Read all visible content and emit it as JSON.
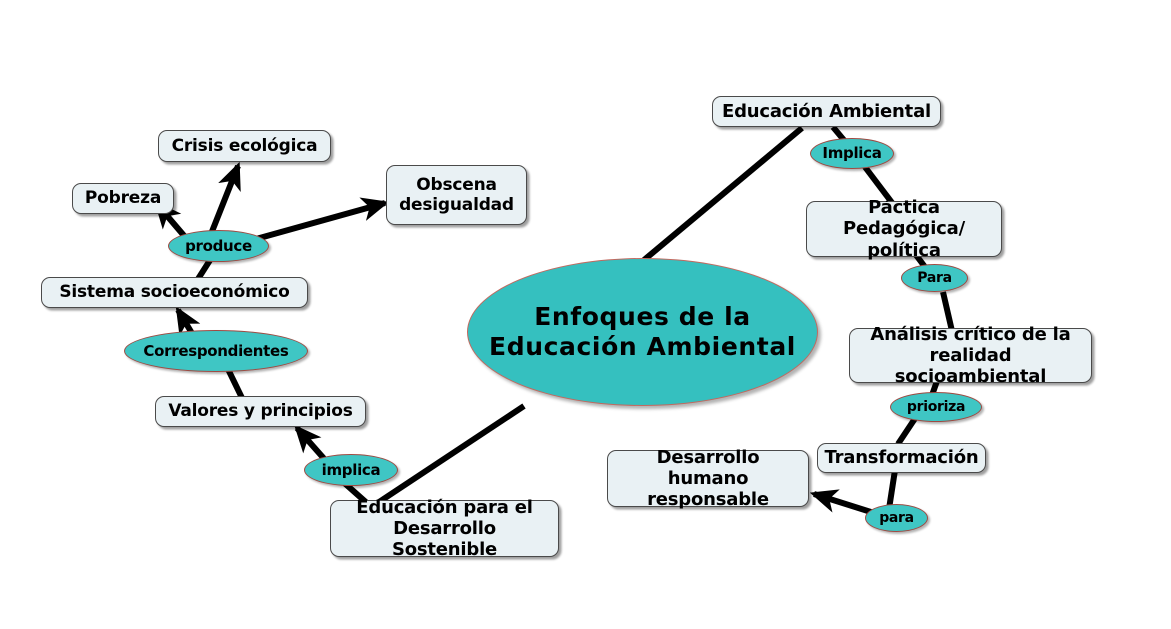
{
  "diagram": {
    "title": "Enfoques de la Educación Ambiental",
    "colors": {
      "ellipse_fill": "#3fc6c4",
      "ellipse_border": "#9e4a42",
      "box_fill": "#e9f1f4",
      "box_border": "#4a4a4a",
      "edge": "#000000",
      "background": "#ffffff"
    },
    "central_node": {
      "label_line1": "Enfoques de la",
      "label_line2": "Educación Ambiental"
    },
    "concepts": {
      "crisis_ecologica": "Crisis ecológica",
      "pobreza": "Pobreza",
      "obscena_desigualdad_l1": "Obscena",
      "obscena_desigualdad_l2": "desigualdad",
      "sistema_socioeconomico": "Sistema socioeconómico",
      "valores_principios": "Valores y principios",
      "educacion_desarrollo_l1": "Educación para el",
      "educacion_desarrollo_l2": "Desarrollo Sostenible",
      "educacion_ambiental": "Educación Ambiental",
      "practica_pedagogica_l1": "Páctica Pedagógica/",
      "practica_pedagogica_l2": "política",
      "analisis_critico_l1": "Análisis crítico de la",
      "analisis_critico_l2": "realidad socioambiental",
      "transformacion": "Transformación",
      "desarrollo_humano_l1": "Desarrollo humano",
      "desarrollo_humano_l2": "responsable"
    },
    "linking_phrases": {
      "produce": "produce",
      "correspondientes": "Correspondientes",
      "implica_lower": "implica",
      "implica_upper": "Implica",
      "para_upper": "Para",
      "prioriza": "prioriza",
      "para_lower": "para"
    },
    "relations": [
      {
        "from": "produce",
        "to": "Crisis ecológica",
        "arrow": true
      },
      {
        "from": "produce",
        "to": "Pobreza",
        "arrow": true
      },
      {
        "from": "produce",
        "to": "Obscena desigualdad",
        "arrow": true
      },
      {
        "from": "Sistema socioeconómico",
        "to": "produce",
        "arrow": false
      },
      {
        "from": "Correspondientes",
        "to": "Sistema socioeconómico",
        "arrow": true
      },
      {
        "from": "Valores y principios",
        "to": "Correspondientes",
        "arrow": false
      },
      {
        "from": "implica",
        "to": "Valores y principios",
        "arrow": true
      },
      {
        "from": "Educación para el Desarrollo Sostenible",
        "to": "implica",
        "arrow": false
      },
      {
        "from": "Enfoques de la Educación Ambiental",
        "to": "Educación para el Desarrollo Sostenible",
        "arrow": false
      },
      {
        "from": "Enfoques de la Educación Ambiental",
        "to": "Educación Ambiental",
        "arrow": false
      },
      {
        "from": "Educación Ambiental",
        "to": "Implica",
        "arrow": false
      },
      {
        "from": "Implica",
        "to": "Páctica Pedagógica/ política",
        "arrow": false
      },
      {
        "from": "Páctica Pedagógica/ política",
        "to": "Para",
        "arrow": false
      },
      {
        "from": "Para",
        "to": "Análisis crítico de la realidad socioambiental",
        "arrow": false
      },
      {
        "from": "Análisis crítico de la realidad socioambiental",
        "to": "prioriza",
        "arrow": false
      },
      {
        "from": "prioriza",
        "to": "Transformación",
        "arrow": false
      },
      {
        "from": "Transformación",
        "to": "para",
        "arrow": false
      },
      {
        "from": "para",
        "to": "Desarrollo humano responsable",
        "arrow": true
      }
    ]
  }
}
